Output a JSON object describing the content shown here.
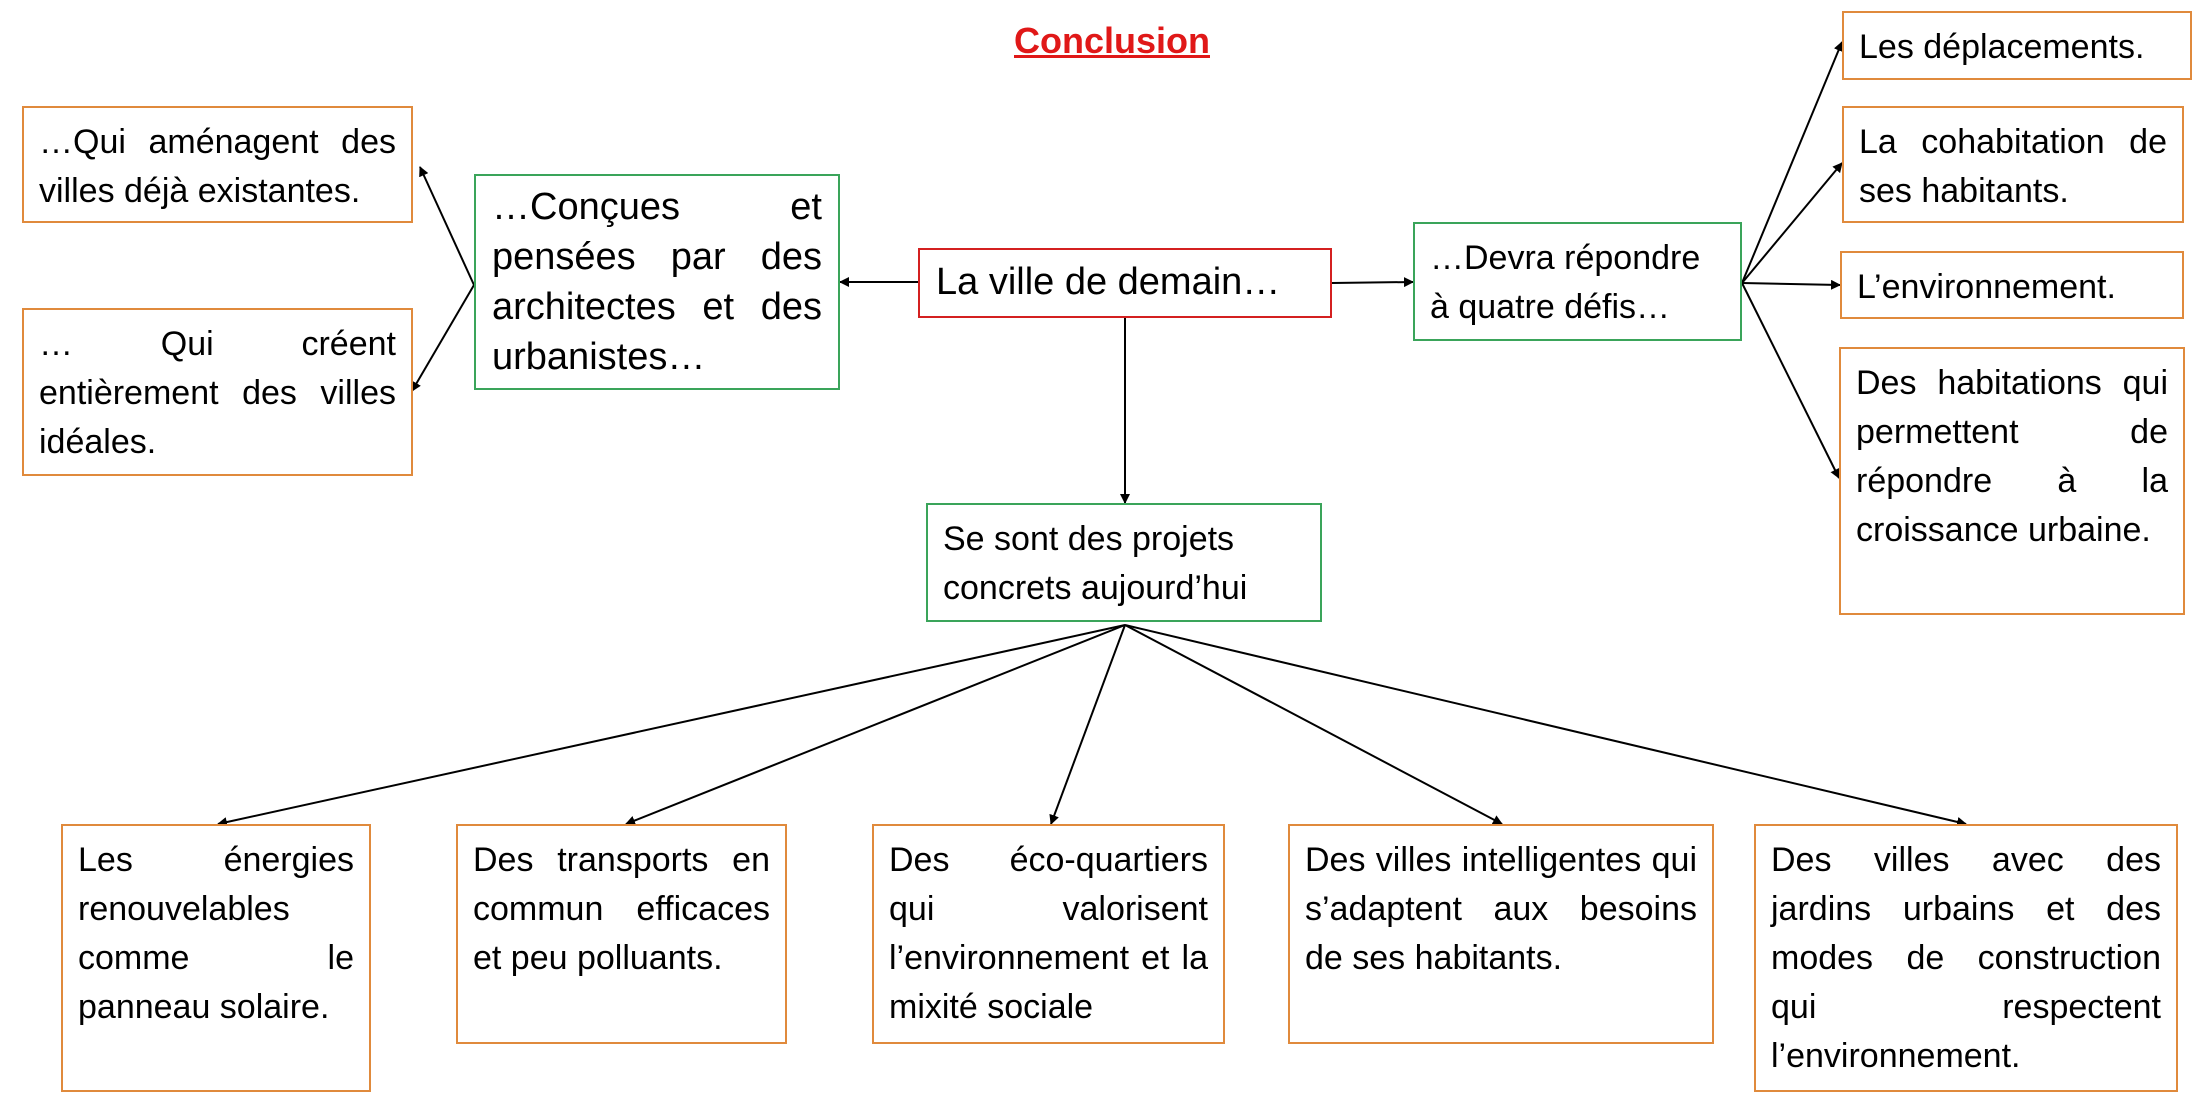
{
  "title": "Conclusion",
  "colors": {
    "title": "#e01818",
    "center_border": "#d42020",
    "hub_border": "#3aa45a",
    "leaf_border": "#e08a3c"
  },
  "center": "La ville de demain…",
  "left_hub": "…Conçues et pensées par des architectes et des urbanistes…",
  "left_leaves": [
    "…Qui aménagent des villes déjà existantes.",
    "… Qui créent entièrement des villes idéales."
  ],
  "right_hub": "…Devra répondre à quatre défis…",
  "right_leaves": [
    "Les déplacements.",
    "La cohabitation de ses habitants.",
    "L’environnement.",
    "Des habitations qui permettent de répondre à la croissance urbaine."
  ],
  "bottom_hub": "Se sont des projets concrets aujourd’hui",
  "bottom_leaves": [
    "Les énergies renouvelables comme le panneau solaire.",
    "Des transports en commun efficaces et peu polluants.",
    "Des éco-quartiers qui valorisent l’environnement et la mixité sociale",
    "Des villes intelligentes qui s’adaptent aux besoins de ses habitants.",
    "Des villes avec des jardins urbains et des modes de construction qui respectent l’environnement."
  ]
}
